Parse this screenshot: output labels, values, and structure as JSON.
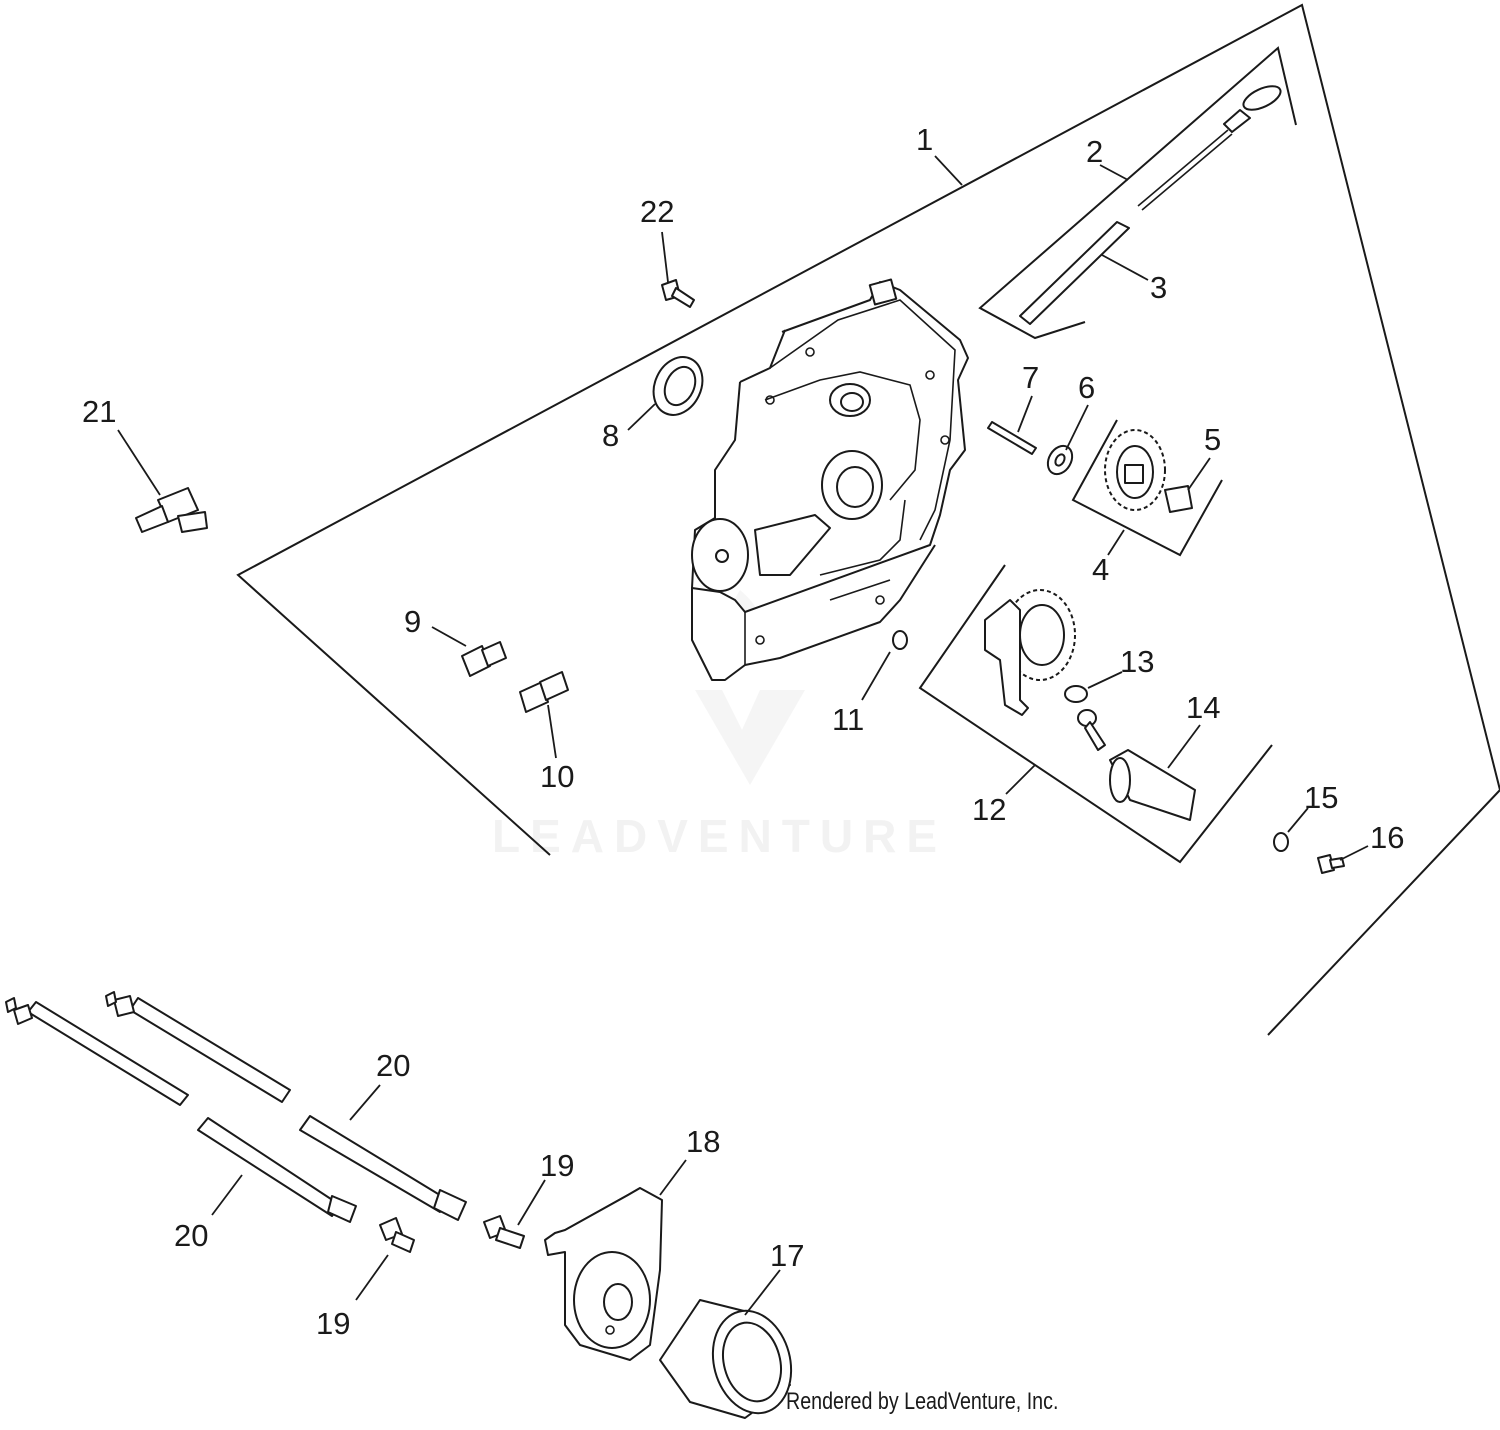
{
  "diagram": {
    "callouts": [
      {
        "id": "c1",
        "label": "1"
      },
      {
        "id": "c2",
        "label": "2"
      },
      {
        "id": "c3",
        "label": "3"
      },
      {
        "id": "c4",
        "label": "4"
      },
      {
        "id": "c5",
        "label": "5"
      },
      {
        "id": "c6",
        "label": "6"
      },
      {
        "id": "c7",
        "label": "7"
      },
      {
        "id": "c8",
        "label": "8"
      },
      {
        "id": "c9",
        "label": "9"
      },
      {
        "id": "c10",
        "label": "10"
      },
      {
        "id": "c11",
        "label": "11"
      },
      {
        "id": "c12",
        "label": "12"
      },
      {
        "id": "c13",
        "label": "13"
      },
      {
        "id": "c14",
        "label": "14"
      },
      {
        "id": "c15",
        "label": "15"
      },
      {
        "id": "c16",
        "label": "16"
      },
      {
        "id": "c17",
        "label": "17"
      },
      {
        "id": "c18",
        "label": "18"
      },
      {
        "id": "c19a",
        "label": "19"
      },
      {
        "id": "c19b",
        "label": "19"
      },
      {
        "id": "c20a",
        "label": "20"
      },
      {
        "id": "c20b",
        "label": "20"
      },
      {
        "id": "c21",
        "label": "21"
      },
      {
        "id": "c22",
        "label": "22"
      }
    ],
    "watermark": "LEADVENTURE",
    "credit": "Rendered by LeadVenture, Inc."
  }
}
